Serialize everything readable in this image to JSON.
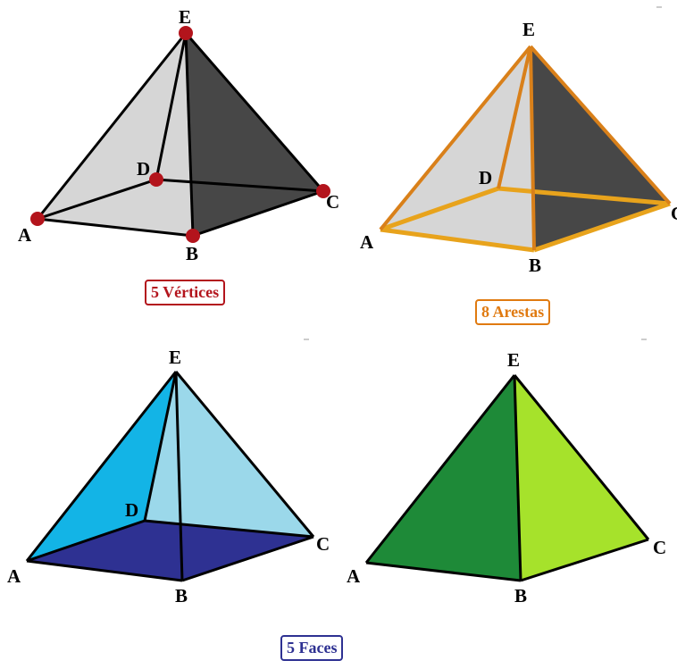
{
  "colors": {
    "vertex_marker": "#b3141c",
    "edge_highlight": "#e8a31c",
    "edge_highlight_dark": "#d9801a",
    "face_blue_base": "#2e3192",
    "face_blue_left": "#13b4e6",
    "face_blue_right": "#9bd8ea",
    "face_green_left": "#1e8a38",
    "face_green_right": "#a6e22b",
    "face_light_gray": "#d8d8d8",
    "face_dark_gray": "#484848"
  },
  "diagrams": [
    {
      "labels": {
        "A": "A",
        "B": "B",
        "C": "C",
        "D": "D",
        "E": "E"
      },
      "caption": "5 Vértices",
      "caption_color": "#b3141c"
    },
    {
      "labels": {
        "A": "A",
        "B": "B",
        "C": "C",
        "D": "D",
        "E": "E"
      },
      "caption": "8 Arestas",
      "caption_color": "#e07a10"
    },
    {
      "labels": {
        "A": "A",
        "B": "B",
        "C": "C",
        "D": "D",
        "E": "E"
      },
      "caption": "5 Faces",
      "caption_color": "#2e3192"
    },
    {
      "labels": {
        "A": "A",
        "B": "B",
        "C": "C",
        "E": "E"
      }
    }
  ]
}
